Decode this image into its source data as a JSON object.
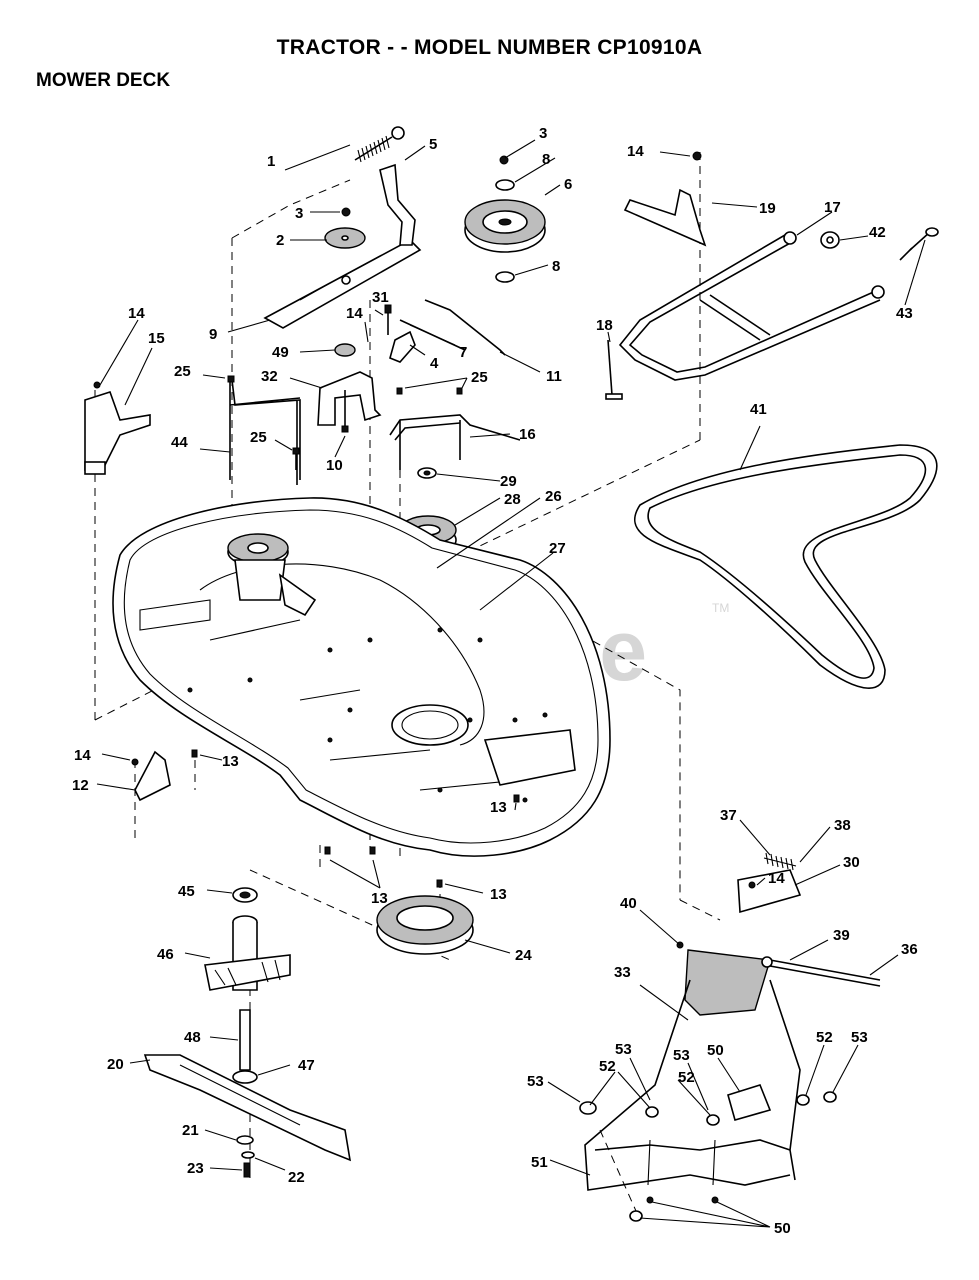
{
  "header": {
    "title": "TRACTOR - - MODEL NUMBER CP10910A",
    "section": "MOWER DECK"
  },
  "watermark": {
    "text": "PartsTree",
    "trademark": "TM"
  },
  "callouts": [
    {
      "id": "c1",
      "text": "1"
    },
    {
      "id": "c2",
      "text": "2"
    },
    {
      "id": "c3a",
      "text": "3"
    },
    {
      "id": "c3b",
      "text": "3"
    },
    {
      "id": "c4",
      "text": "4"
    },
    {
      "id": "c5",
      "text": "5"
    },
    {
      "id": "c6",
      "text": "6"
    },
    {
      "id": "c7",
      "text": "7"
    },
    {
      "id": "c8a",
      "text": "8"
    },
    {
      "id": "c8b",
      "text": "8"
    },
    {
      "id": "c9",
      "text": "9"
    },
    {
      "id": "c10",
      "text": "10"
    },
    {
      "id": "c11",
      "text": "11"
    },
    {
      "id": "c12",
      "text": "12"
    },
    {
      "id": "c13a",
      "text": "13"
    },
    {
      "id": "c13b",
      "text": "13"
    },
    {
      "id": "c13c",
      "text": "13"
    },
    {
      "id": "c13d",
      "text": "13"
    },
    {
      "id": "c14a",
      "text": "14"
    },
    {
      "id": "c14b",
      "text": "14"
    },
    {
      "id": "c14c",
      "text": "14"
    },
    {
      "id": "c14d",
      "text": "14"
    },
    {
      "id": "c14e",
      "text": "14"
    },
    {
      "id": "c15",
      "text": "15"
    },
    {
      "id": "c16",
      "text": "16"
    },
    {
      "id": "c17",
      "text": "17"
    },
    {
      "id": "c18",
      "text": "18"
    },
    {
      "id": "c19",
      "text": "19"
    },
    {
      "id": "c20",
      "text": "20"
    },
    {
      "id": "c21",
      "text": "21"
    },
    {
      "id": "c22",
      "text": "22"
    },
    {
      "id": "c23",
      "text": "23"
    },
    {
      "id": "c24",
      "text": "24"
    },
    {
      "id": "c25a",
      "text": "25"
    },
    {
      "id": "c25b",
      "text": "25"
    },
    {
      "id": "c25c",
      "text": "25"
    },
    {
      "id": "c26",
      "text": "26"
    },
    {
      "id": "c27",
      "text": "27"
    },
    {
      "id": "c28",
      "text": "28"
    },
    {
      "id": "c29",
      "text": "29"
    },
    {
      "id": "c30",
      "text": "30"
    },
    {
      "id": "c31",
      "text": "31"
    },
    {
      "id": "c32",
      "text": "32"
    },
    {
      "id": "c33",
      "text": "33"
    },
    {
      "id": "c36",
      "text": "36"
    },
    {
      "id": "c37",
      "text": "37"
    },
    {
      "id": "c38",
      "text": "38"
    },
    {
      "id": "c39",
      "text": "39"
    },
    {
      "id": "c40",
      "text": "40"
    },
    {
      "id": "c41",
      "text": "41"
    },
    {
      "id": "c42",
      "text": "42"
    },
    {
      "id": "c43",
      "text": "43"
    },
    {
      "id": "c44",
      "text": "44"
    },
    {
      "id": "c45",
      "text": "45"
    },
    {
      "id": "c46",
      "text": "46"
    },
    {
      "id": "c47",
      "text": "47"
    },
    {
      "id": "c48",
      "text": "48"
    },
    {
      "id": "c49",
      "text": "49"
    },
    {
      "id": "c50a",
      "text": "50"
    },
    {
      "id": "c50b",
      "text": "50"
    },
    {
      "id": "c51",
      "text": "51"
    },
    {
      "id": "c52a",
      "text": "52"
    },
    {
      "id": "c52b",
      "text": "52"
    },
    {
      "id": "c52c",
      "text": "52"
    },
    {
      "id": "c53a",
      "text": "53"
    },
    {
      "id": "c53b",
      "text": "53"
    },
    {
      "id": "c53c",
      "text": "53"
    },
    {
      "id": "c53d",
      "text": "53"
    }
  ]
}
